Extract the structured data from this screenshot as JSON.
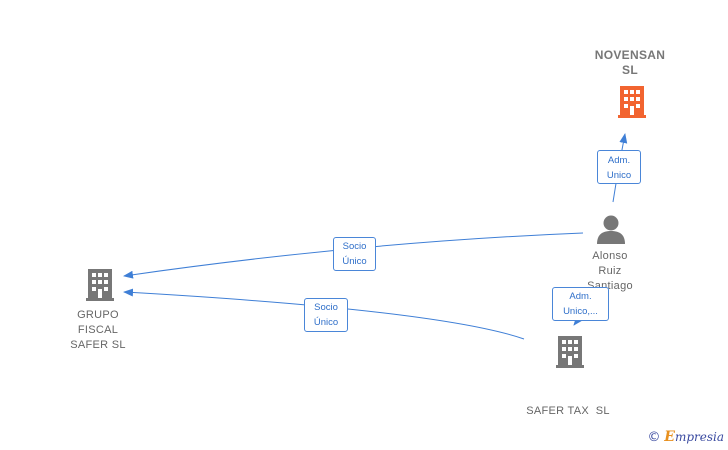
{
  "nodes": {
    "novensan": {
      "lines": [
        "NOVENSAN",
        "SL"
      ],
      "icon": "building-icon",
      "color": "#f26430"
    },
    "alonso": {
      "lines": [
        "Alonso",
        "Ruiz",
        "Santiago"
      ],
      "icon": "person-icon",
      "color": "#777777"
    },
    "grupo": {
      "lines": [
        "GRUPO",
        "FISCAL",
        "SAFER SL"
      ],
      "icon": "building-icon",
      "color": "#777777"
    },
    "safer_tax": {
      "lines": [
        "SAFER TAX  SL"
      ],
      "icon": "building-icon",
      "color": "#777777"
    }
  },
  "edges": {
    "adm_novensan": {
      "lines": [
        "Adm.",
        "Unico"
      ]
    },
    "socio_grupo_1": {
      "lines": [
        "Socio",
        "Único"
      ]
    },
    "socio_grupo_2": {
      "lines": [
        "Socio",
        "Único"
      ]
    },
    "adm_safer": {
      "lines": [
        "Adm.",
        "Unico,..."
      ]
    }
  },
  "colors": {
    "edge": "#3f7fd6",
    "text": "#666666",
    "highlight": "#f26430"
  },
  "brand": {
    "copyright": "©",
    "initial": "E",
    "name": "mpresia"
  }
}
